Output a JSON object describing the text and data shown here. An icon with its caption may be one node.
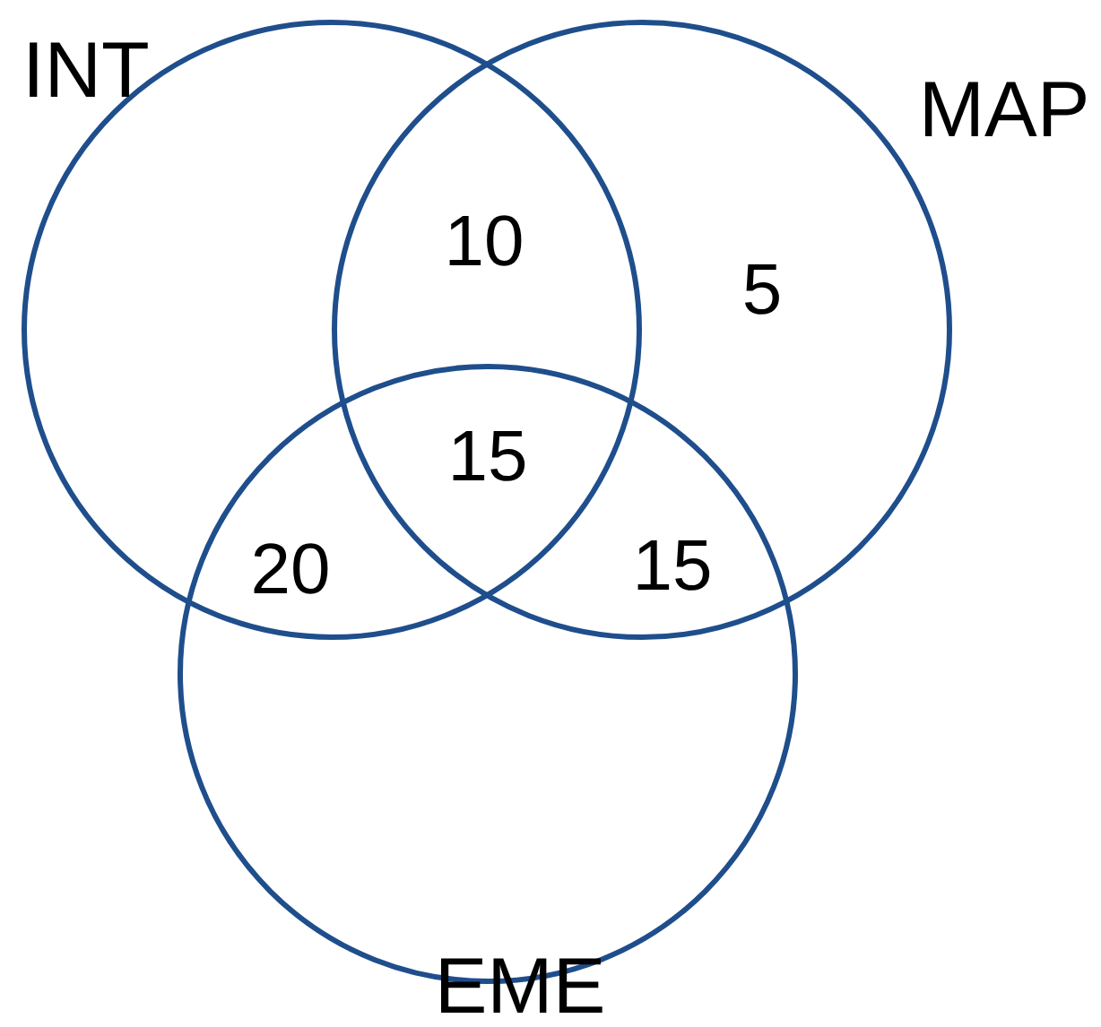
{
  "diagram": {
    "nodes": [
      {
        "text": [
          "INT"
        ]
      },
      {
        "text": [
          "MAP"
        ]
      },
      {
        "text": [
          "EME"
        ]
      }
    ],
    "labels": [
      "10",
      "5",
      "15",
      "20",
      "15"
    ]
  }
}
